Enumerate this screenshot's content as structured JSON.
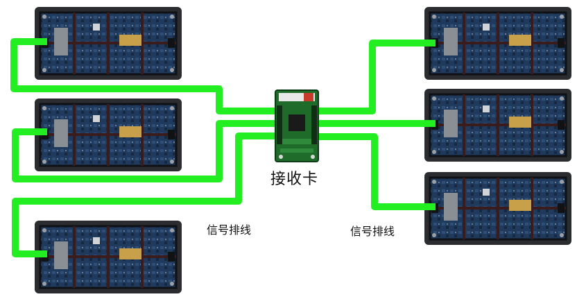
{
  "labels": {
    "receiving_card": "接收卡",
    "cable_left": "信号排线",
    "cable_right": "信号排线"
  },
  "colors": {
    "cable": "#22ee22",
    "module_frame": "#2a2c2f",
    "module_board": "#1f3a5c",
    "card_pcb": "#1e6b2a"
  },
  "modules": [
    {
      "id": "module-left-1",
      "side": "left"
    },
    {
      "id": "module-left-2",
      "side": "left"
    },
    {
      "id": "module-left-3",
      "side": "left"
    },
    {
      "id": "module-right-1",
      "side": "right"
    },
    {
      "id": "module-right-2",
      "side": "right"
    },
    {
      "id": "module-right-3",
      "side": "right"
    }
  ]
}
